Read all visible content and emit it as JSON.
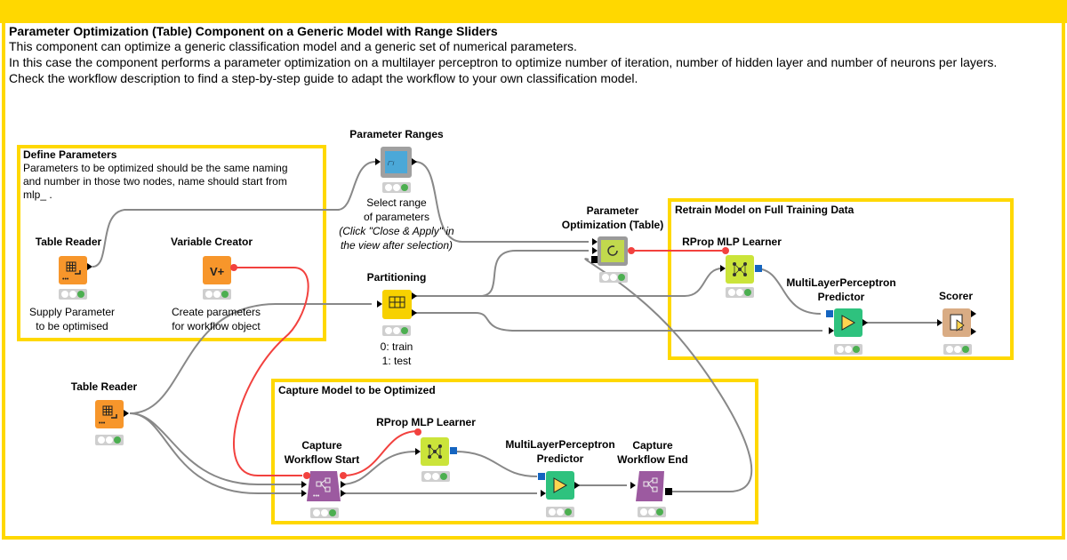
{
  "header": {
    "title": "Parameter Optimization (Table) Component on a Generic Model with Range Sliders",
    "line1": "This component can optimize a generic classification model and a generic set of numerical parameters.",
    "line2": "In this case the component performs a parameter optimization on a multilayer perceptron to optimize number of iteration, number of hidden layer and number of neurons per layers.",
    "line3": "Check the workflow description to find a step-by-step guide to adapt the workflow to your own classification model."
  },
  "annotations": {
    "define": {
      "title": "Define Parameters",
      "line1": "Parameters to be optimized should be the same naming",
      "line2": "and number in those two nodes, name should start from",
      "line3": "mlp_ ."
    },
    "retrain": {
      "title": "Retrain Model on Full Training Data"
    },
    "capture": {
      "title": "Capture Model to be Optimized"
    }
  },
  "nodes": {
    "table_reader_1": {
      "label": "Table Reader",
      "desc1": "Supply Parameter",
      "desc2": "to be optimised"
    },
    "variable_creator": {
      "label": "Variable Creator",
      "desc1": "Create parameters",
      "desc2": "for workflow object",
      "icon_text": "V+"
    },
    "parameter_ranges": {
      "label": "Parameter Ranges",
      "desc1": "Select range",
      "desc2": "of parameters",
      "desc3": "(Click \"Close & Apply\" in",
      "desc4": "the view after selection)"
    },
    "partitioning": {
      "label": "Partitioning",
      "desc1": "0: train",
      "desc2": "1: test"
    },
    "param_opt": {
      "label1": "Parameter",
      "label2": "Optimization (Table)"
    },
    "rprop_top": {
      "label": "RProp MLP Learner"
    },
    "mlp_pred_top": {
      "label1": "MultiLayerPerceptron",
      "label2": "Predictor"
    },
    "scorer": {
      "label": "Scorer"
    },
    "table_reader_2": {
      "label": "Table Reader"
    },
    "capture_start": {
      "label1": "Capture",
      "label2": "Workflow Start"
    },
    "rprop_bottom": {
      "label": "RProp MLP Learner"
    },
    "mlp_pred_bottom": {
      "label1": "MultiLayerPerceptron",
      "label2": "Predictor"
    },
    "capture_end": {
      "label1": "Capture",
      "label2": "Workflow End"
    }
  },
  "colors": {
    "annotation_border": "#ffd800",
    "source_node": "#f7962b",
    "flow_node": "#4ba8d8",
    "manipulator_node": "#f7d100",
    "learner_node": "#cbe43a",
    "predictor_node": "#2ec27e",
    "scorer_node": "#d9ac84",
    "capture_node": "#9c5aa0",
    "loop_node": "#c1d94d",
    "variable_connection": "#f2413e",
    "data_connection": "#888888",
    "status_ok": "#4caf50"
  }
}
